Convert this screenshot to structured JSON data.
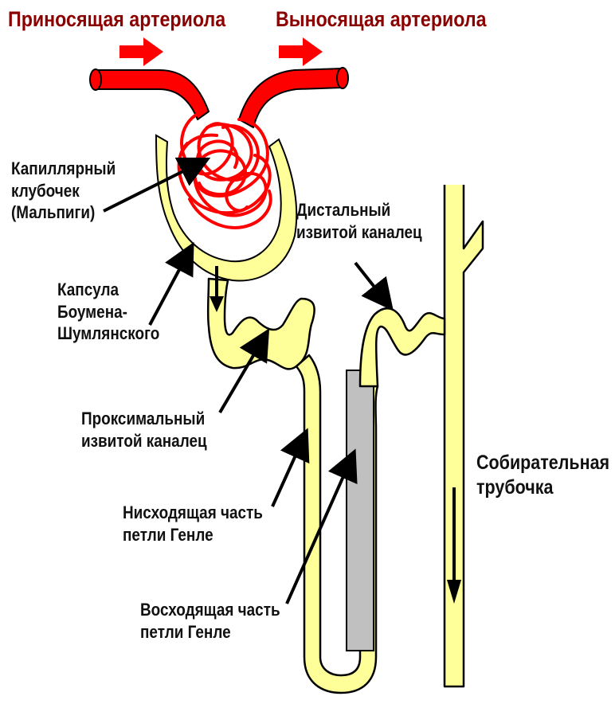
{
  "labels": {
    "afferent": "Приносящая артериола",
    "efferent": "Выносящая артериола",
    "glomerulus": [
      "Капиллярный",
      "клубочек",
      "(Мальпиги)"
    ],
    "capsule": [
      "Капсула",
      "Боумена-",
      "Шумлянского"
    ],
    "distal": [
      "Дистальный",
      "извитой каналец"
    ],
    "proximal": [
      "Проксимальный",
      "извитой каналец"
    ],
    "descending": [
      "Нисходящая часть",
      "петли Генле"
    ],
    "ascending": [
      "Восходящая часть",
      "петли Генле"
    ],
    "collecting": [
      "Собирательная",
      "трубочка"
    ]
  },
  "colors": {
    "artery": "#ff0000",
    "tubule": "#ffff99",
    "outline": "#000000",
    "loop_fill": "#c0c0c0",
    "title_text": "#8b0000"
  }
}
